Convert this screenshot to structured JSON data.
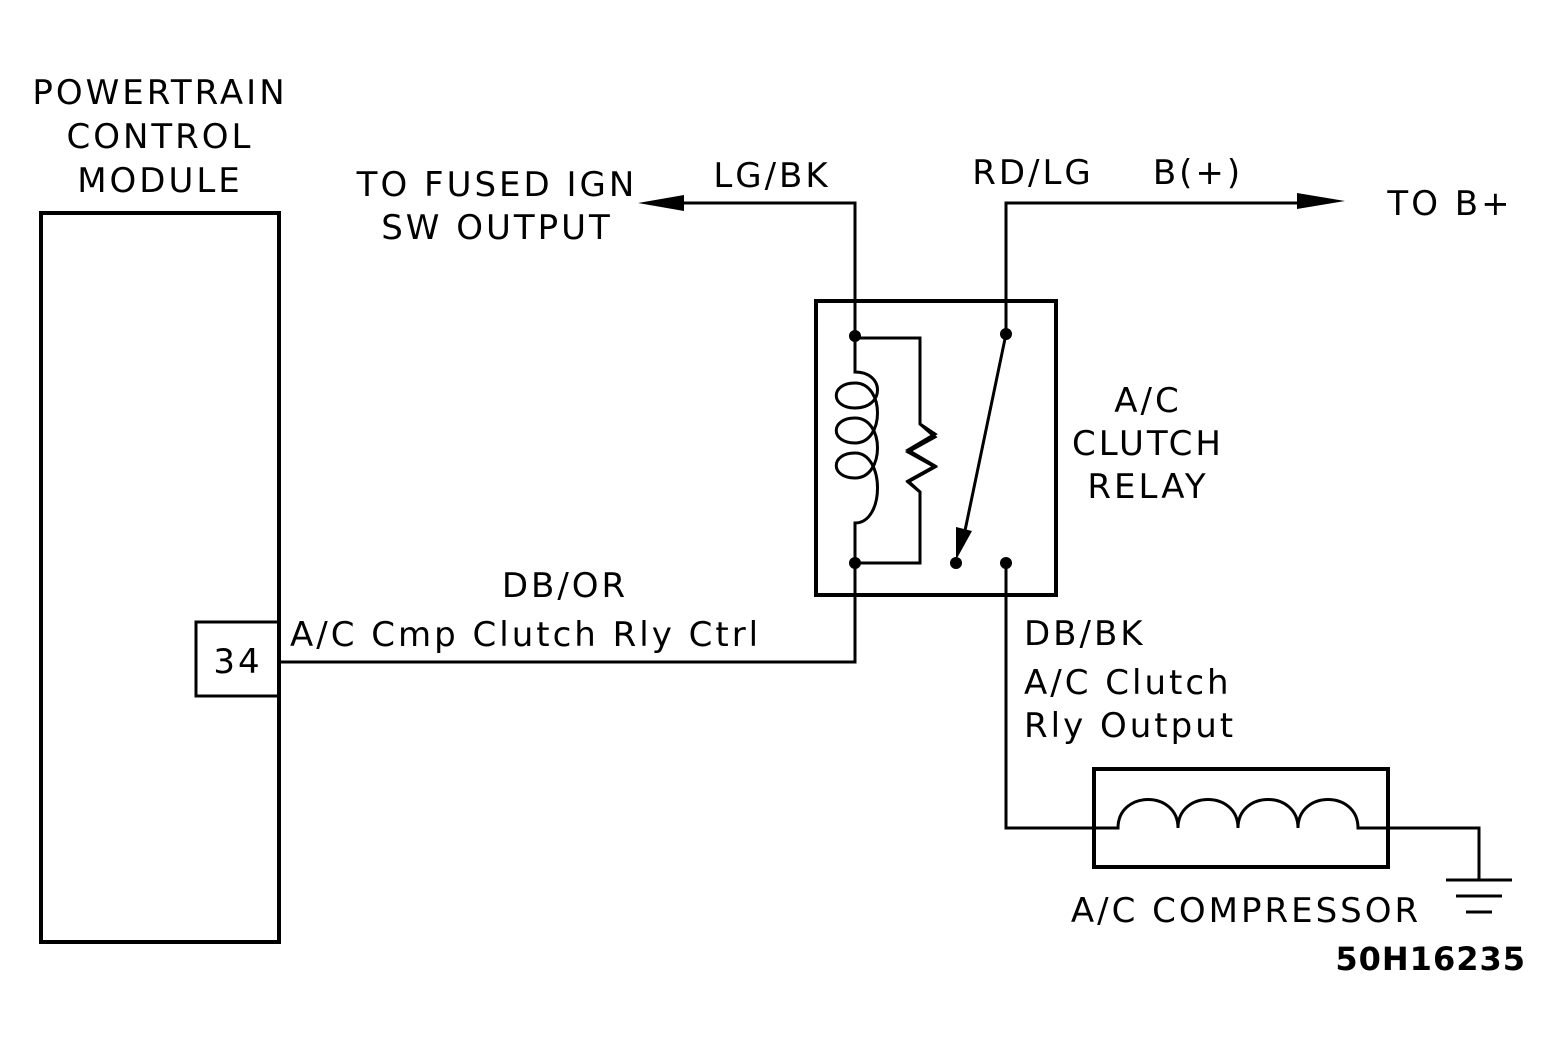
{
  "pcm": {
    "title_line1": "POWERTRAIN",
    "title_line2": "CONTROL",
    "title_line3": "MODULE",
    "pin": "34"
  },
  "relay": {
    "name_line1": "A/C",
    "name_line2": "CLUTCH",
    "name_line3": "RELAY"
  },
  "wires": {
    "ign_color": "LG/BK",
    "ign_dest_line1": "TO FUSED IGN",
    "ign_dest_line2": "SW OUTPUT",
    "batt_color": "RD/LG",
    "batt_circuit": "B(+)",
    "batt_dest": "TO B+",
    "ctrl_color": "DB/OR",
    "ctrl_label": "A/C Cmp Clutch Rly Ctrl",
    "out_color": "DB/BK",
    "out_label_line1": "A/C Clutch",
    "out_label_line2": "Rly Output"
  },
  "compressor": {
    "name": "A/C COMPRESSOR"
  },
  "figure_id": "50H16235"
}
